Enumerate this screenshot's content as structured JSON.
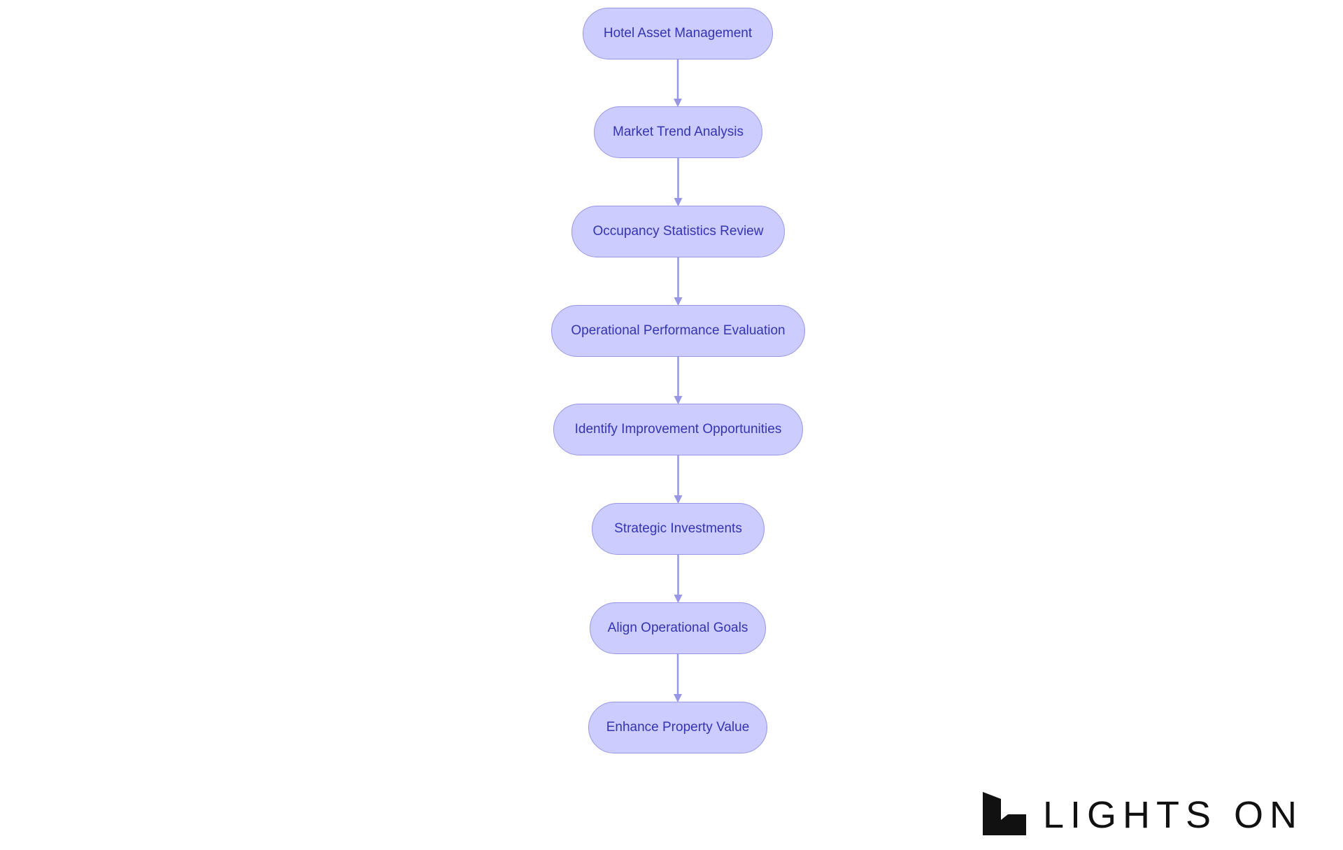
{
  "diagram": {
    "nodes": [
      {
        "id": "n1",
        "label": "Hotel Asset Management"
      },
      {
        "id": "n2",
        "label": "Market Trend Analysis"
      },
      {
        "id": "n3",
        "label": "Occupancy Statistics Review"
      },
      {
        "id": "n4",
        "label": "Operational Performance Evaluation"
      },
      {
        "id": "n5",
        "label": "Identify Improvement Opportunities"
      },
      {
        "id": "n6",
        "label": "Strategic Investments"
      },
      {
        "id": "n7",
        "label": "Align Operational Goals"
      },
      {
        "id": "n8",
        "label": "Enhance Property Value"
      }
    ],
    "edges": [
      {
        "from": "n1",
        "to": "n2"
      },
      {
        "from": "n2",
        "to": "n3"
      },
      {
        "from": "n3",
        "to": "n4"
      },
      {
        "from": "n4",
        "to": "n5"
      },
      {
        "from": "n5",
        "to": "n6"
      },
      {
        "from": "n6",
        "to": "n7"
      },
      {
        "from": "n7",
        "to": "n8"
      }
    ],
    "colors": {
      "node_fill": "#ccccfe",
      "node_border": "#9797e6",
      "node_text": "#3434b0",
      "edge": "#9797e6"
    }
  },
  "logo": {
    "text": "LIGHTS ON",
    "icon": "lights-on-logo-icon"
  }
}
